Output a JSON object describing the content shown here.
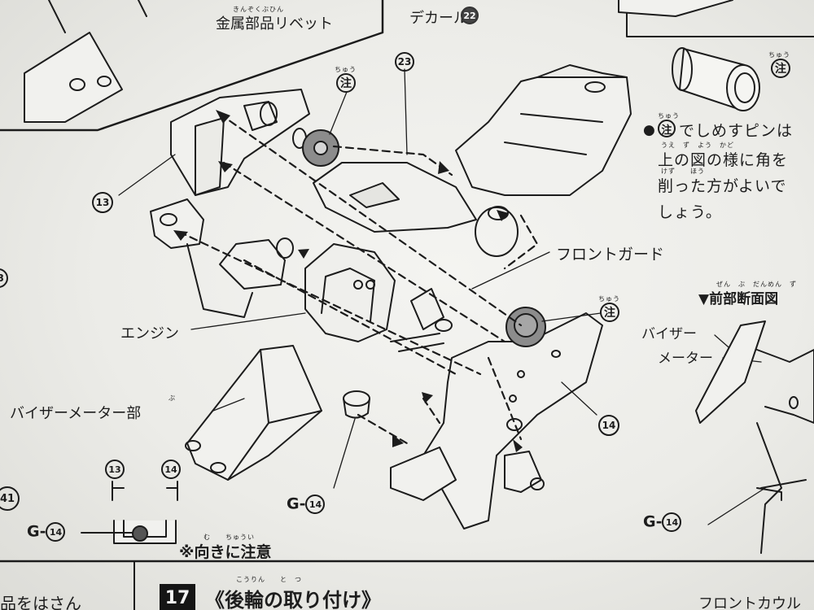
{
  "top": {
    "rivet_label": "金属部品リベット",
    "rivet_ruby": "きんぞくぶひん",
    "decal_label": "デカール",
    "decal_num": "22"
  },
  "callouts": {
    "n23": "23",
    "n13": "13",
    "n14": "14",
    "n13b": "13",
    "n14b": "14",
    "n41": "41",
    "edge3": "3"
  },
  "notes": {
    "chu_char": "注",
    "chu_ruby": "ちゅう",
    "tip_line1_tail": "でしめすピンは",
    "tip_line2": "上の図の様に角を",
    "tip_line3": "削った方がよいで",
    "tip_line4": "しょう。",
    "tip_ruby2": "うえ　ず　よう　かど",
    "tip_ruby3": "けず　　ほう",
    "orientation_note": "※向きに注意",
    "orientation_ruby": "む　　ちゅうい"
  },
  "labels": {
    "front_guard": "フロントガード",
    "engine": "エンジン",
    "visor_meter_part": "バイザーメーター部",
    "visor_meter_ruby": "ぶ",
    "front_section_title": "▼前部断面図",
    "front_section_ruby": "ぜん　ぶ　だんめん　ず",
    "visor": "バイザー",
    "meter": "メーター",
    "g_prefix": "G-",
    "g_num": "14"
  },
  "bottom": {
    "step_number": "17",
    "step_title": "《後輪の取り付け》",
    "step_ruby": "こうりん　　と　つ",
    "left_partial": "品をはさん",
    "right_partial": "フロントカウル"
  }
}
